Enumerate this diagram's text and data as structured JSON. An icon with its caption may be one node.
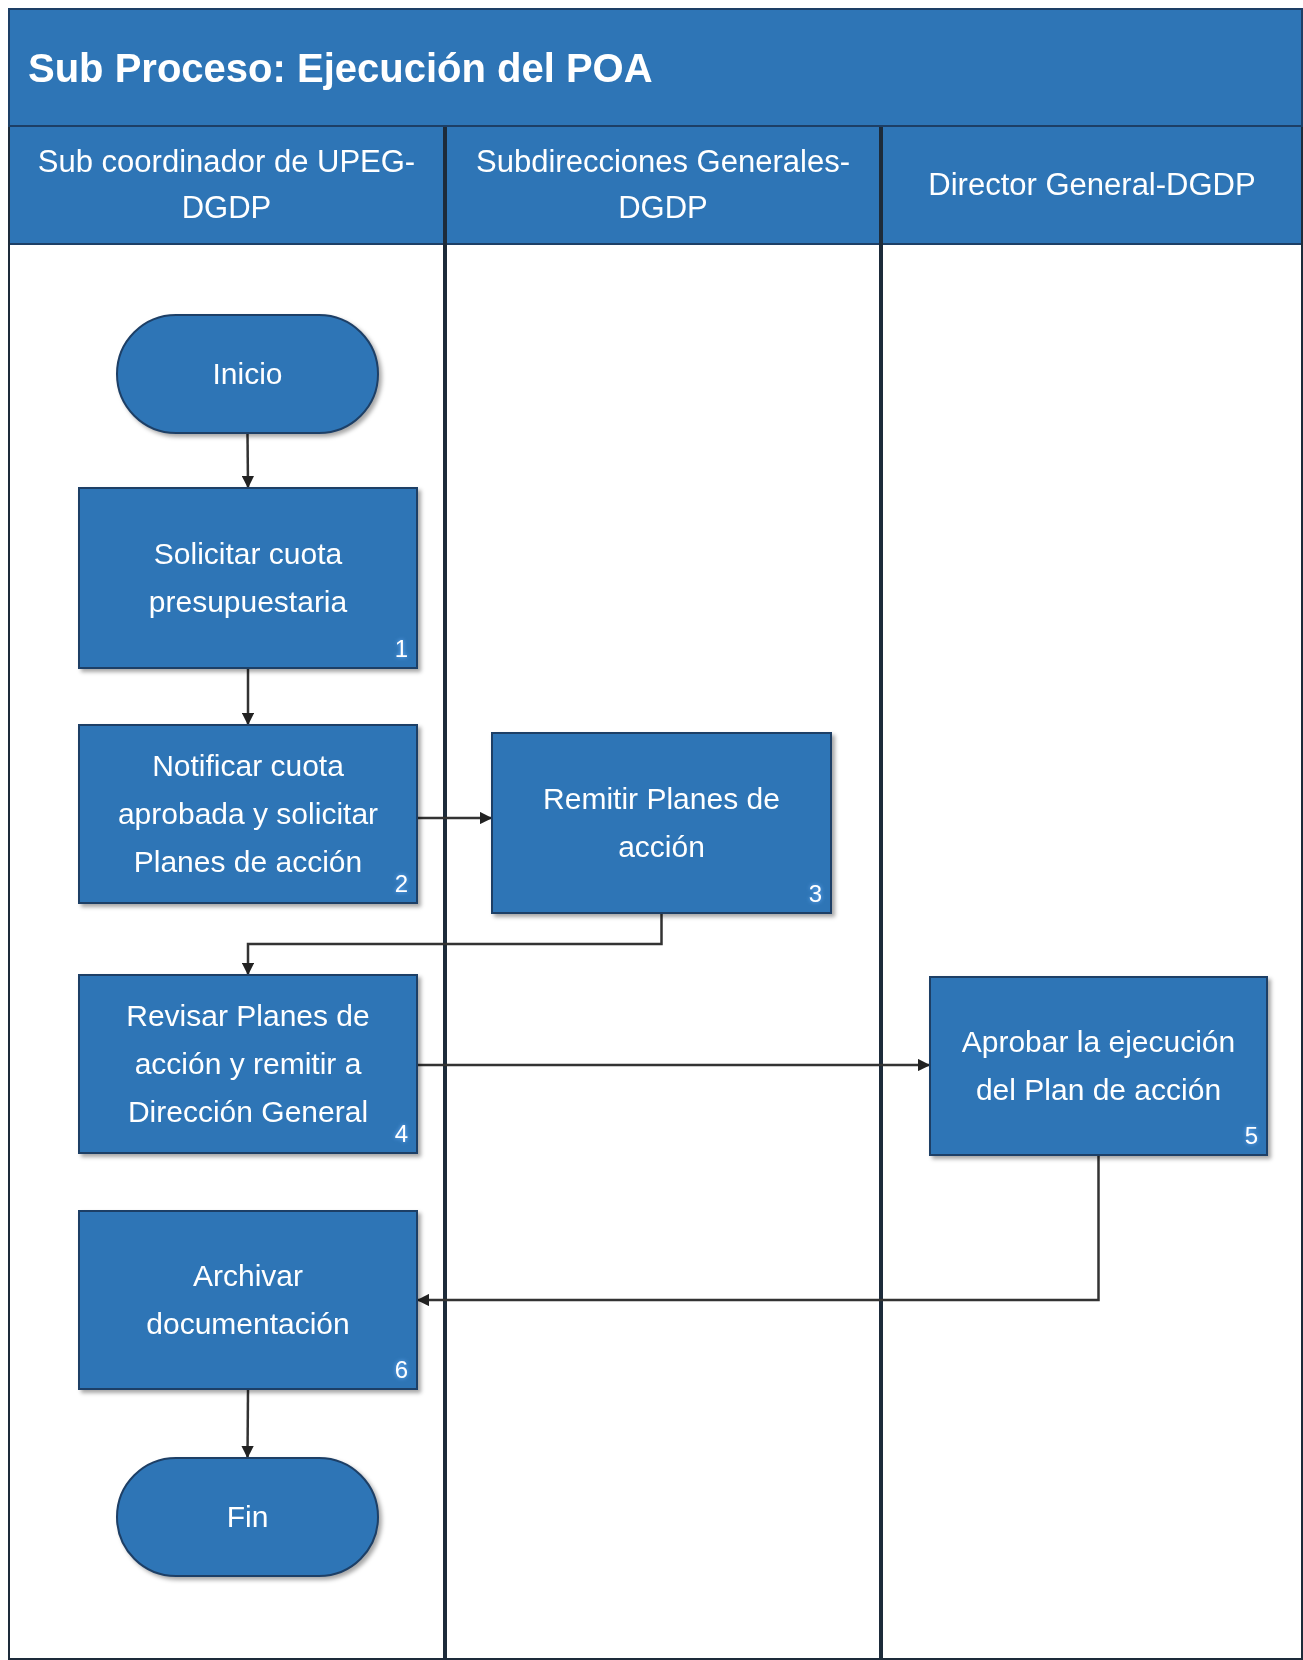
{
  "diagram": {
    "title": "Sub Proceso: Ejecución del POA",
    "nodes": [
      {
        "text": [
          "Sub coordinador de UPEG-DGDP"
        ]
      },
      {
        "text": [
          "Subdirecciones Generales-DGDP"
        ]
      },
      {
        "text": [
          "Director General-DGDP"
        ]
      },
      {
        "text": [
          "Inicio"
        ],
        "in": 0
      },
      {
        "text": [
          "Solicitar cuota presupuestaria",
          "1"
        ],
        "in": 0
      },
      {
        "text": [
          "Notificar cuota aprobada y solicitar Planes de acción",
          "2"
        ],
        "in": 0
      },
      {
        "text": [
          "Remitir Planes de acción",
          "3"
        ],
        "in": 1
      },
      {
        "text": [
          "Revisar Planes de acción y remitir a Dirección General",
          "4"
        ],
        "in": 0
      },
      {
        "text": [
          "Aprobar la ejecución del Plan de acción",
          "5"
        ],
        "in": 2
      },
      {
        "text": [
          "Archivar documentación",
          "6"
        ],
        "in": 0
      },
      {
        "text": [
          "Fin"
        ],
        "in": 0
      }
    ],
    "edges": [
      {
        "from": 3,
        "to": 4,
        "arrow": "to"
      },
      {
        "from": 4,
        "to": 5,
        "arrow": "to"
      },
      {
        "from": 5,
        "to": 6,
        "arrow": "to"
      },
      {
        "from": 6,
        "to": 7,
        "arrow": "to"
      },
      {
        "from": 7,
        "to": 8,
        "arrow": "to"
      },
      {
        "from": 8,
        "to": 9,
        "arrow": "to"
      },
      {
        "from": 9,
        "to": 10,
        "arrow": "to"
      }
    ]
  }
}
